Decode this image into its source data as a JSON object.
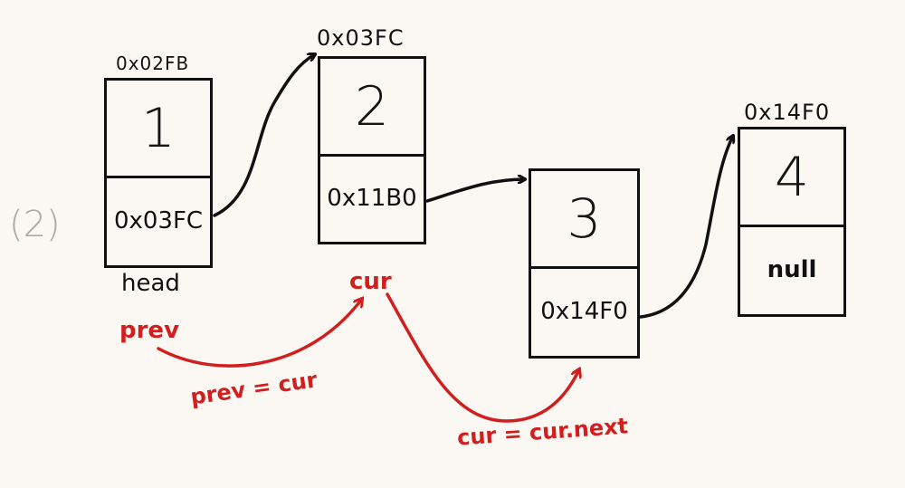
{
  "step_label": "(2)",
  "nodes": [
    {
      "address": "0x02FB",
      "value": "1",
      "next": "0x03FC"
    },
    {
      "address": "0x03FC",
      "value": "2",
      "next": "0x11B0"
    },
    {
      "address": "",
      "value": "3",
      "next": "0x14F0"
    },
    {
      "address": "0x14F0",
      "value": "4",
      "next": "null"
    }
  ],
  "labels": {
    "head": "head",
    "prev": "prev",
    "cur": "cur",
    "prev_assign": "prev = cur",
    "cur_assign": "cur = cur.next"
  },
  "colors": {
    "ink": "#111111",
    "annotation": "#d11f1f",
    "step": "#a9a9a9",
    "background": "#fbf8f3"
  }
}
